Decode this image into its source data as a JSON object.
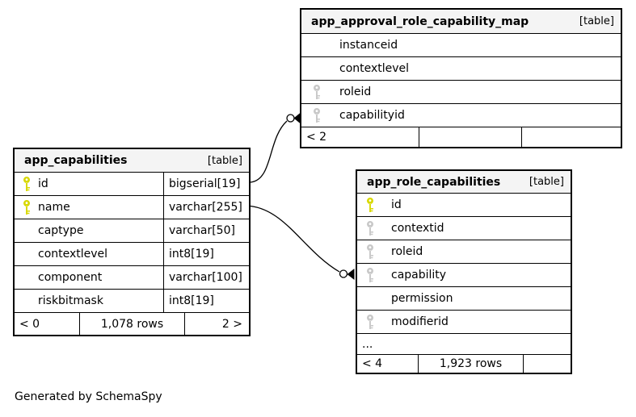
{
  "diagram": {
    "caption": "Generated by SchemaSpy",
    "colors": {
      "background": "#ffffff",
      "header_bg": "#f4f4f4",
      "border": "#000000",
      "primary_key_icon": "#d8d800",
      "foreign_key_icon": "#c8c8c8"
    },
    "tables": [
      {
        "name": "app_approval_role_capability_map",
        "tag": "[table]",
        "rows": [
          {
            "name": "instanceid",
            "key": "",
            "type": ""
          },
          {
            "name": "contextlevel",
            "key": "",
            "type": ""
          },
          {
            "name": "roleid",
            "key": "fk",
            "type": ""
          },
          {
            "name": "capabilityid",
            "key": "fk",
            "type": ""
          }
        ],
        "footer": [
          "< 2",
          "",
          ""
        ]
      },
      {
        "name": "app_capabilities",
        "tag": "[table]",
        "rows": [
          {
            "name": "id",
            "key": "pk",
            "type": "bigserial[19]"
          },
          {
            "name": "name",
            "key": "pk",
            "type": "varchar[255]"
          },
          {
            "name": "captype",
            "key": "",
            "type": "varchar[50]"
          },
          {
            "name": "contextlevel",
            "key": "",
            "type": "int8[19]"
          },
          {
            "name": "component",
            "key": "",
            "type": "varchar[100]"
          },
          {
            "name": "riskbitmask",
            "key": "",
            "type": "int8[19]"
          }
        ],
        "footer": [
          "< 0",
          "1,078 rows",
          "2 >"
        ]
      },
      {
        "name": "app_role_capabilities",
        "tag": "[table]",
        "rows": [
          {
            "name": "id",
            "key": "pk",
            "type": ""
          },
          {
            "name": "contextid",
            "key": "fk",
            "type": ""
          },
          {
            "name": "roleid",
            "key": "fk",
            "type": ""
          },
          {
            "name": "capability",
            "key": "fk",
            "type": ""
          },
          {
            "name": "permission",
            "key": "",
            "type": ""
          },
          {
            "name": "modifierid",
            "key": "fk",
            "type": ""
          }
        ],
        "ellipsis": "...",
        "footer": [
          "< 4",
          "1,923 rows",
          ""
        ]
      }
    ],
    "relationships": [
      {
        "from": "app_capabilities.id",
        "to": "app_approval_role_capability_map.capabilityid"
      },
      {
        "from": "app_capabilities.name",
        "to": "app_role_capabilities.capability"
      }
    ]
  }
}
